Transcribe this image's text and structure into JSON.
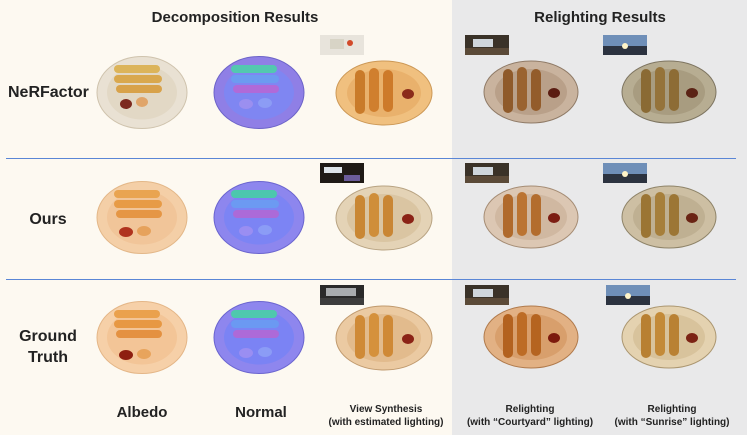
{
  "headers": {
    "decomposition": "Decomposition Results",
    "relighting": "Relighting Results"
  },
  "rows": [
    {
      "label": "NeRFactor"
    },
    {
      "label": "Ours"
    },
    {
      "label_line1": "Ground",
      "label_line2": "Truth"
    }
  ],
  "columns": {
    "albedo": "Albedo",
    "normal": "Normal",
    "view_synthesis_line1": "View Synthesis",
    "view_synthesis_line2": "(with estimated lighting)",
    "relight_courtyard_line1": "Relighting",
    "relight_courtyard_line2": "(with “Courtyard” lighting)",
    "relight_sunrise_line1": "Relighting",
    "relight_sunrise_line2": "(with “Sunrise” lighting)"
  },
  "colors": {
    "separator": "#5a86d6",
    "relighting_panel": "#e9e9ea"
  }
}
